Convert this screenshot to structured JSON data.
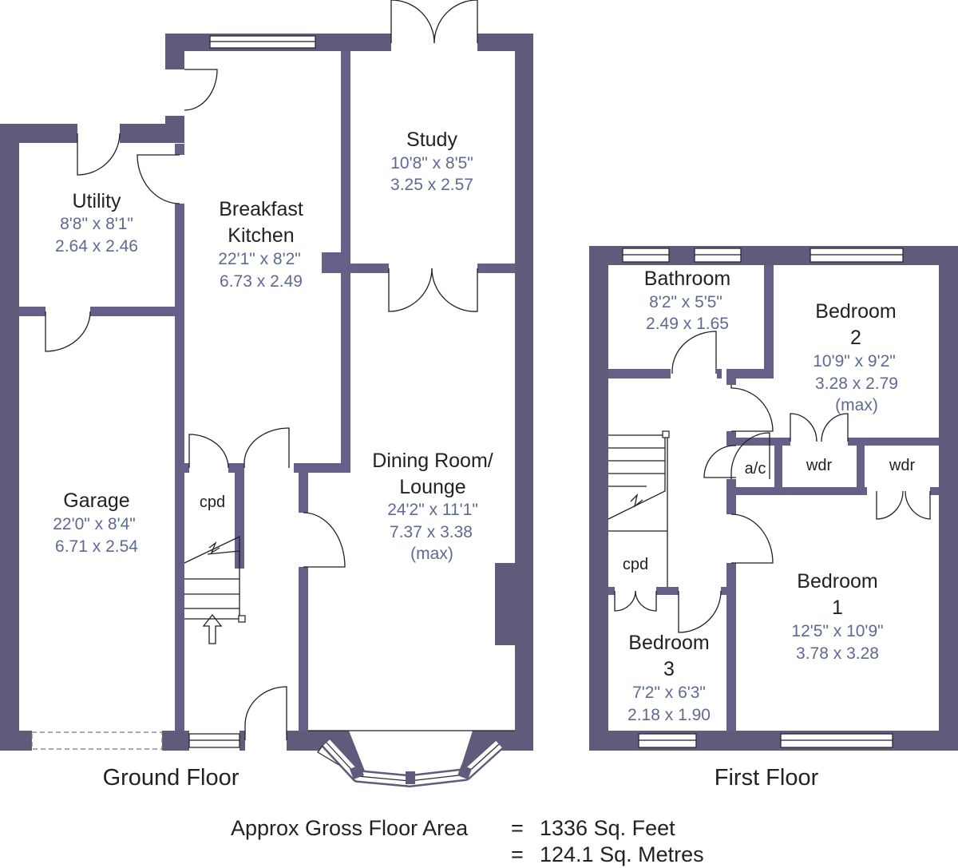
{
  "ground_floor": {
    "label": "Ground Floor",
    "rooms": {
      "utility": {
        "name": [
          "Utility"
        ],
        "imperial": "8'8\"  x  8'1\"",
        "metric": "2.64  x  2.46"
      },
      "kitchen": {
        "name": [
          "Breakfast",
          "Kitchen"
        ],
        "imperial": "22'1\"  x  8'2\"",
        "metric": "6.73  x  2.49"
      },
      "study": {
        "name": [
          "Study"
        ],
        "imperial": "10'8\"  x  8'5\"",
        "metric": "3.25  x  2.57"
      },
      "garage": {
        "name": [
          "Garage"
        ],
        "imperial": "22'0\"  x  8'4\"",
        "metric": "6.71  x  2.54"
      },
      "dining": {
        "name": [
          "Dining Room/",
          "Lounge"
        ],
        "imperial": "24'2\"  x  11'1\"",
        "metric": "7.37  x  3.38",
        "note": "(max)"
      }
    },
    "cupboard": "cpd"
  },
  "first_floor": {
    "label": "First Floor",
    "rooms": {
      "bathroom": {
        "name": [
          "Bathroom"
        ],
        "imperial": "8'2\"  x  5'5\"",
        "metric": "2.49  x  1.65"
      },
      "bedroom2": {
        "name": [
          "Bedroom",
          "2"
        ],
        "imperial": "10'9\"  x  9'2\"",
        "metric": "3.28  x  2.79",
        "note": "(max)"
      },
      "bedroom1": {
        "name": [
          "Bedroom",
          "1"
        ],
        "imperial": "12'5\"  x  10'9\"",
        "metric": "3.78  x  3.28"
      },
      "bedroom3": {
        "name": [
          "Bedroom",
          "3"
        ],
        "imperial": "7'2\"  x  6'3\"",
        "metric": "2.18  x  1.90"
      }
    },
    "cupboard": "cpd",
    "airing_cupboard": "a/c",
    "wardrobe_1": "wdr",
    "wardrobe_2": "wdr"
  },
  "gross_area": {
    "label": "Approx Gross Floor Area",
    "equals": "=",
    "sqft": "1336  Sq. Feet",
    "sqm": "124.1  Sq. Metres"
  }
}
